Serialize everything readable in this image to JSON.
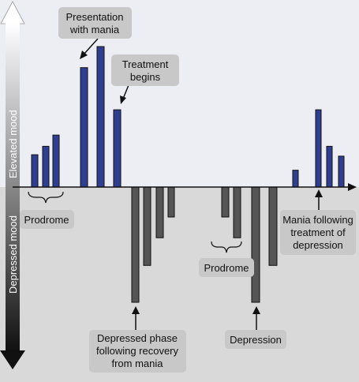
{
  "colors": {
    "background_top": "#edeef4",
    "background_bottom": "#d9d9d9",
    "elevated_bar": "#2e3f92",
    "depressed_bar": "#555555",
    "label_box": "#c8c8c8",
    "axis_gradient_top": "#ffffff",
    "axis_gradient_bottom": "#111111"
  },
  "axis": {
    "elevated_label": "Elevated mood",
    "depressed_label": "Depressed mood"
  },
  "episodes": {
    "elevated": [
      {
        "group": "prodrome",
        "level": 0.23
      },
      {
        "group": "prodrome",
        "level": 0.29
      },
      {
        "group": "prodrome",
        "level": 0.37
      },
      {
        "group": "mania",
        "level": 0.85
      },
      {
        "group": "mania",
        "level": 1.0
      },
      {
        "group": "mania",
        "level": 0.55
      },
      {
        "group": "recovery",
        "level": 0.12
      },
      {
        "group": "recovery",
        "level": 0.55
      },
      {
        "group": "recovery",
        "level": 0.29
      },
      {
        "group": "recovery",
        "level": 0.22
      }
    ],
    "depressed": [
      {
        "group": "post-mania",
        "level": 1.0
      },
      {
        "group": "post-mania",
        "level": 0.68
      },
      {
        "group": "post-mania",
        "level": 0.44
      },
      {
        "group": "post-mania",
        "level": 0.26
      },
      {
        "group": "prodrome",
        "level": 0.26
      },
      {
        "group": "prodrome",
        "level": 0.44
      },
      {
        "group": "depression",
        "level": 1.0
      },
      {
        "group": "depression",
        "level": 0.68
      }
    ]
  },
  "labels": {
    "presentation": [
      "Presentation",
      "with mania"
    ],
    "treatment": [
      "Treatment",
      "begins"
    ],
    "prodrome_left": [
      "Prodrome"
    ],
    "prodrome_right": [
      "Prodrome"
    ],
    "depressed_phase": [
      "Depressed phase",
      "following recovery",
      "from mania"
    ],
    "depression": [
      "Depression"
    ],
    "mania_following": [
      "Mania following",
      "treatment of",
      "depression"
    ]
  }
}
